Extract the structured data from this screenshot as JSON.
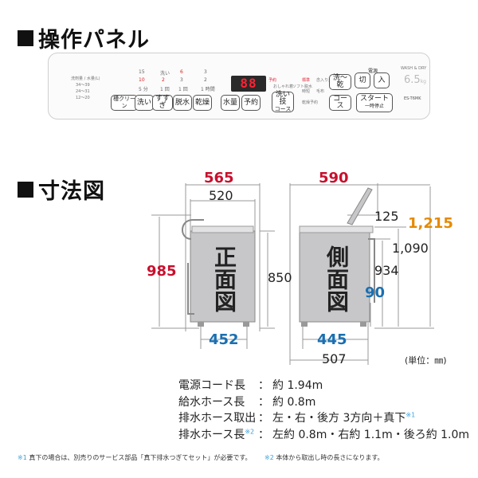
{
  "sections": {
    "panel_title": "操作パネル",
    "dimension_title": "寸法図"
  },
  "panel": {
    "water_label": "洗剤量 / 水量(L)",
    "water_rows": [
      "34～39",
      "24～31",
      "12～20"
    ],
    "left_numbers": [
      "15",
      "10",
      "5 分"
    ],
    "left_numbers_b": [
      "洗い",
      "2",
      "1 回"
    ],
    "left_numbers_c": [
      "6",
      "3",
      "1 回"
    ],
    "left_numbers_d": [
      "3",
      "2",
      "1 時間"
    ],
    "buttons": {
      "tub_clean": "槽クリーン",
      "wash": "洗い",
      "rinse": "すすぎ",
      "spin": "脱水",
      "dry": "乾燥",
      "water": "水量",
      "timer": "予約",
      "care_line1": "洗い技",
      "care_line2": "コース",
      "wash_dry": "洗～乾",
      "course": "コース",
      "power_off": "切",
      "power_on": "入",
      "start_line1": "スタート",
      "start_line2": "一時停止"
    },
    "display": "88",
    "display_sub": "予約",
    "course_labels": [
      "おしゃれ着",
      "ソフト脱水",
      "標準",
      "念入り洗",
      "時短",
      "毛布",
      "乾燥予約"
    ],
    "power_label": "電源",
    "capacity": "6.5",
    "capacity_unit": "kg",
    "model": "ES-T6MK",
    "brand_small": "WASH & DRY"
  },
  "dimensions": {
    "front_label": "正面図",
    "side_label": "側面図",
    "front_width_total": "565",
    "front_width_body": "520",
    "front_height": "985",
    "front_body_height": "850",
    "front_base_width": "452",
    "side_depth_total": "590",
    "side_lid_offset": "125",
    "side_height_lid_open": "1,215",
    "side_height_1090": "1,090",
    "side_height_934": "934",
    "side_foot_height": "90",
    "side_base_depth": "445",
    "side_depth_body": "507",
    "unit": "(単位：㎜)"
  },
  "specs": [
    {
      "label": "電源コード長",
      "value": "約 1.94m",
      "note": ""
    },
    {
      "label": "給水ホース長",
      "value": "約 0.8m",
      "note": ""
    },
    {
      "label": "排水ホース取出",
      "value": "左・右・後方 3方向＋真下",
      "note": "※1"
    },
    {
      "label": "排水ホース長",
      "value": "左約 0.8m・右約 1.1m・後ろ約 1.0m",
      "note": "※2"
    }
  ],
  "footnotes": {
    "n1_mark": "※1",
    "n1_text": "真下の場合は、別売りのサービス部品「真下排水つぎてセット」が必要です。",
    "n2_mark": "※2",
    "n2_text": "本体から取出し時の長さになります。"
  },
  "colors": {
    "red": "#c8102e",
    "blue": "#1b6fb0",
    "orange": "#e58a00"
  }
}
